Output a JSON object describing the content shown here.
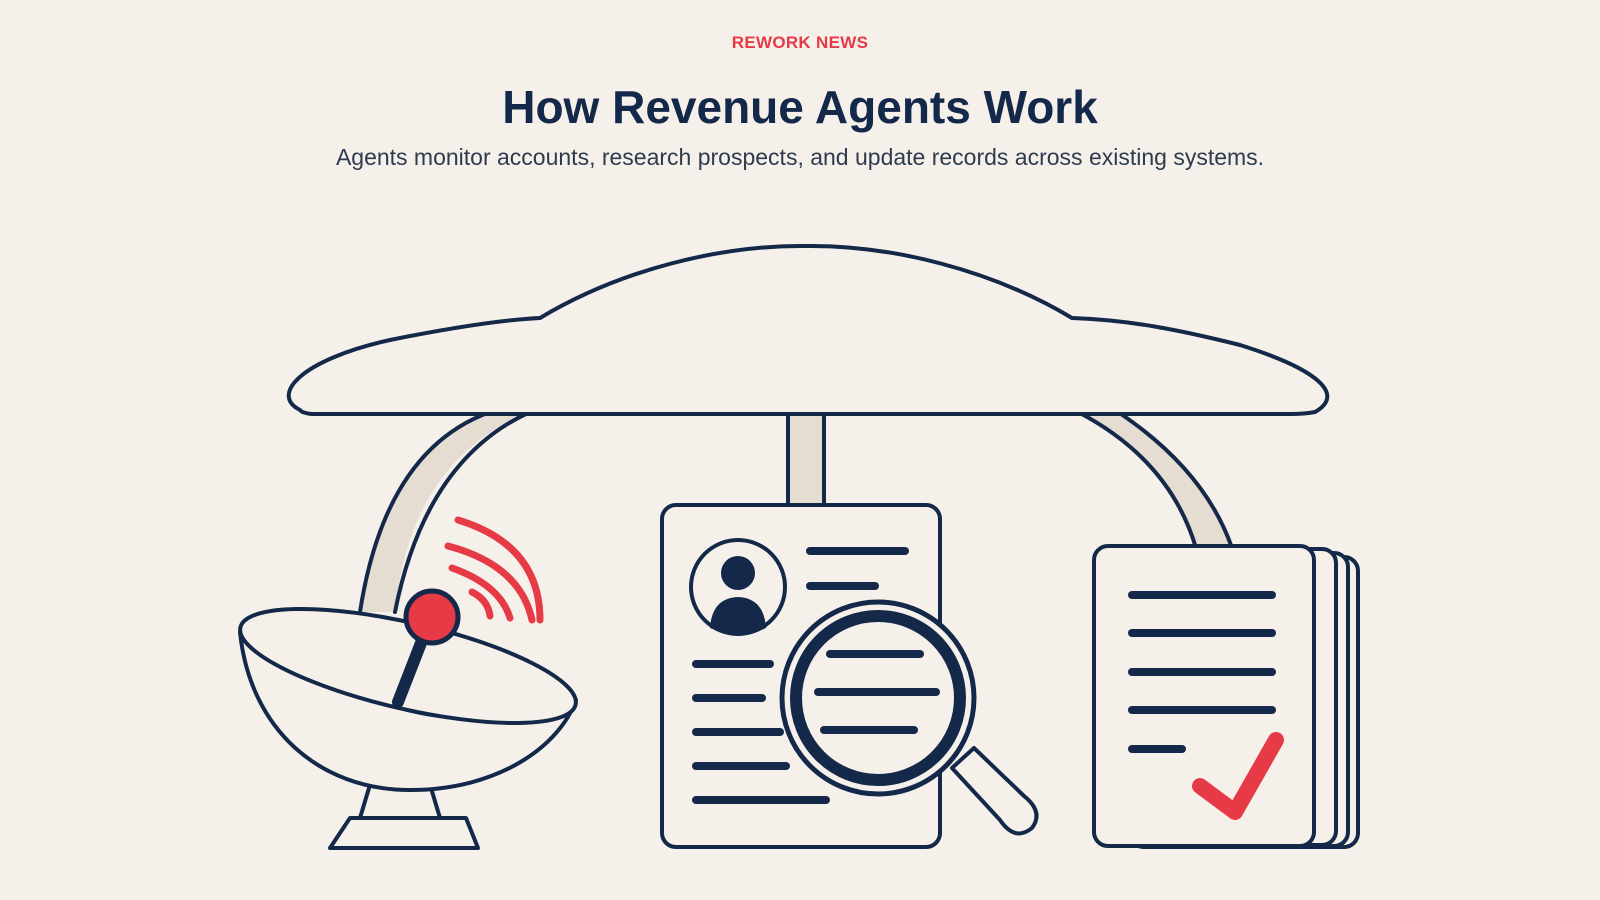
{
  "header": {
    "kicker": "REWORK NEWS",
    "title": "How Revenue Agents Work",
    "subtitle": "Agents monitor accounts, research prospects, and update records across existing systems."
  },
  "colors": {
    "background": "#f5f1ea",
    "ink": "#14284a",
    "accent": "#e63b46",
    "connector": "#e6ddd2"
  },
  "diagram": {
    "hub": "cloud-icon",
    "nodes": [
      {
        "id": "monitor",
        "icon": "satellite-dish-icon"
      },
      {
        "id": "research",
        "icon": "profile-document-magnifier-icon"
      },
      {
        "id": "update",
        "icon": "checked-document-stack-icon"
      }
    ]
  }
}
